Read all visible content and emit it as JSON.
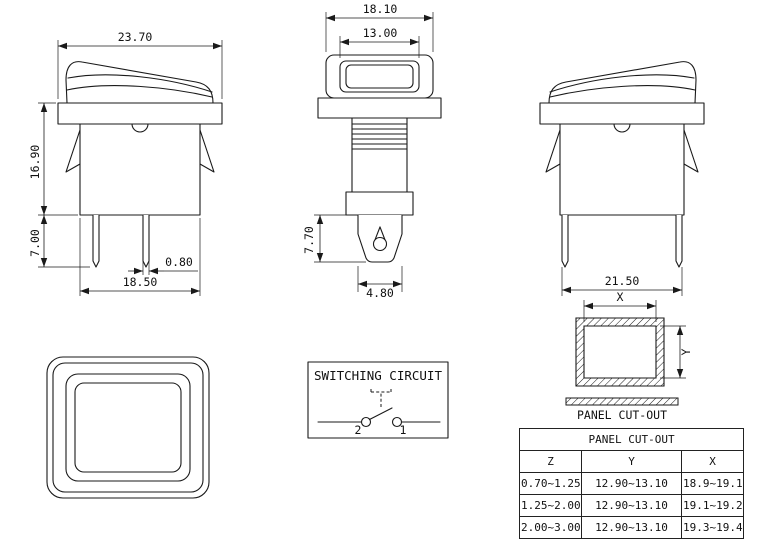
{
  "views": {
    "side_a": {
      "dim_bezel_width": "23.70",
      "dim_body_height": "16.90",
      "dim_pin_length": "7.00",
      "dim_pin_thickness": "0.80",
      "dim_body_width": "18.50"
    },
    "front": {
      "dim_actuator_width": "18.10",
      "dim_actuator_inner_width": "13.00",
      "dim_terminal_length": "7.70",
      "dim_terminal_width": "4.80"
    },
    "side_b": {
      "dim_pin_span": "21.50"
    },
    "circuit": {
      "title": "SWITCHING CIRCUIT",
      "terminal_left": "2",
      "terminal_right": "1"
    },
    "cutout": {
      "dim_x": "X",
      "dim_y": "Y",
      "caption": "PANEL CUT-OUT"
    }
  },
  "table": {
    "title": "PANEL CUT-OUT",
    "headers": [
      "Z",
      "Y",
      "X"
    ],
    "rows": [
      [
        "0.70~1.25",
        "12.90~13.10",
        "18.9~19.1"
      ],
      [
        "1.25~2.00",
        "12.90~13.10",
        "19.1~19.2"
      ],
      [
        "2.00~3.00",
        "12.90~13.10",
        "19.3~19.4"
      ]
    ]
  }
}
